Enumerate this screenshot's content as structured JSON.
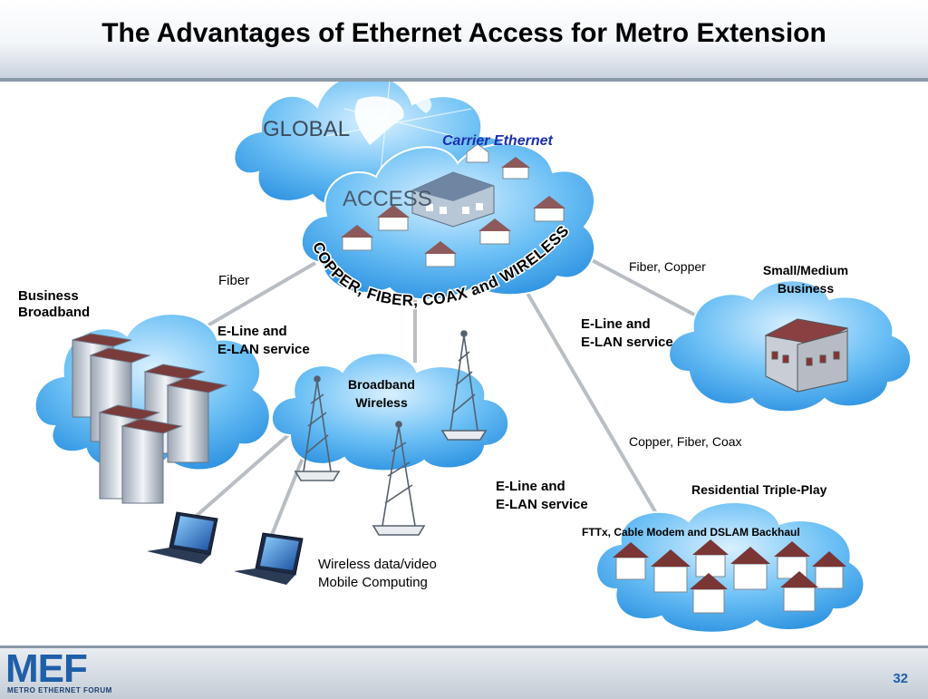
{
  "title": "The Advantages of Ethernet Access for Metro Extension",
  "clouds": {
    "global": "GLOBAL",
    "access": "ACCESS",
    "carrier": "Carrier Ethernet",
    "media": "COPPER, FIBER, COAX and WIRELESS"
  },
  "labels": {
    "business_broadband": [
      "Business",
      "Broadband"
    ],
    "fiber": "Fiber",
    "eline_left": [
      "E-Line and",
      "E-LAN service"
    ],
    "broadband_wireless": [
      "Broadband",
      "Wireless"
    ],
    "fiber_copper": "Fiber, Copper",
    "small_medium": [
      "Small/Medium",
      "Business"
    ],
    "eline_right": [
      "E-Line and",
      "E-LAN service"
    ],
    "copper_fiber_coax": "Copper, Fiber, Coax",
    "eline_bottom": [
      "E-Line and",
      "E-LAN service"
    ],
    "residential": "Residential Triple-Play",
    "fttx": "FTTx, Cable Modem  and DSLAM Backhaul",
    "wireless_data": [
      "Wireless data/video",
      "Mobile Computing"
    ]
  },
  "footer": {
    "logo": "MEF",
    "logo_sub": "METRO ETHERNET FORUM",
    "page": "32"
  },
  "colors": {
    "cloud": "#2f9be8",
    "carrier_text": "#1a2fb0",
    "logo": "#1f5fa8"
  }
}
